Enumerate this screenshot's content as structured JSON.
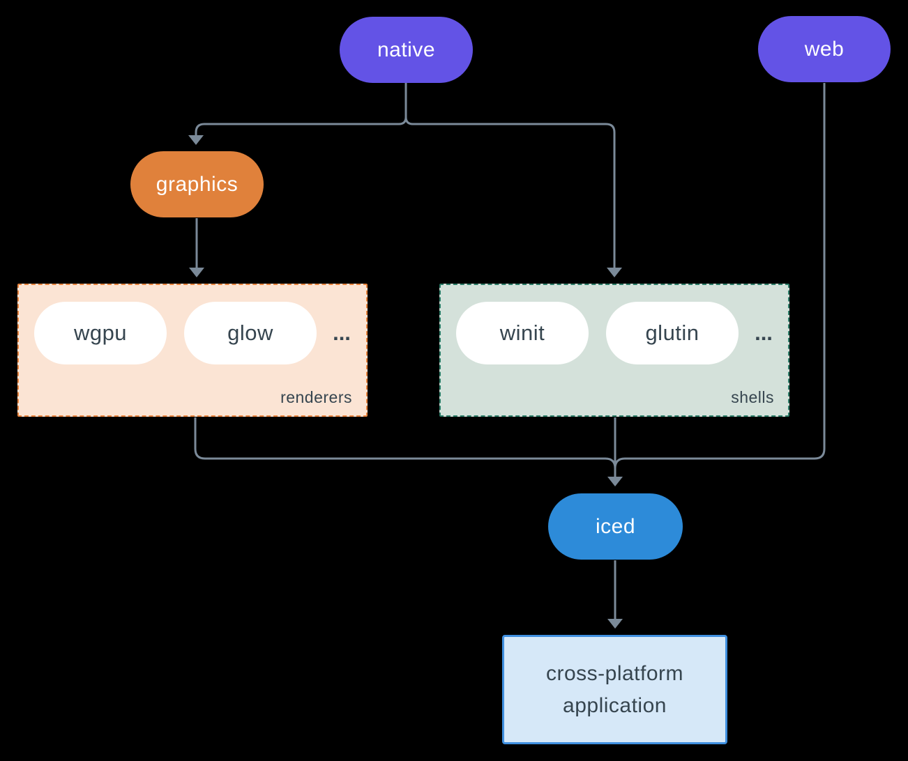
{
  "canvas": {
    "background": "#000000",
    "edge_color": "#7b8a99"
  },
  "nodes": {
    "native": {
      "label": "native",
      "color": "#6353e6"
    },
    "web": {
      "label": "web",
      "color": "#6353e6"
    },
    "graphics": {
      "label": "graphics",
      "color": "#e0813b"
    },
    "iced": {
      "label": "iced",
      "color": "#2d8bd9"
    },
    "application": {
      "line1": "cross-platform",
      "line2": "application",
      "fill": "#d6e8f8",
      "border": "#3f8fdf",
      "text_color": "#36454f"
    }
  },
  "groups": {
    "renderers": {
      "label": "renderers",
      "fill": "#fbe4d4",
      "border": "#e8843e",
      "items": [
        "wgpu",
        "glow"
      ],
      "ellipsis": "...",
      "item_text_color": "#36454f"
    },
    "shells": {
      "label": "shells",
      "fill": "#d4e1da",
      "border": "#2c7d68",
      "items": [
        "winit",
        "glutin"
      ],
      "ellipsis": "...",
      "item_text_color": "#36454f"
    }
  }
}
